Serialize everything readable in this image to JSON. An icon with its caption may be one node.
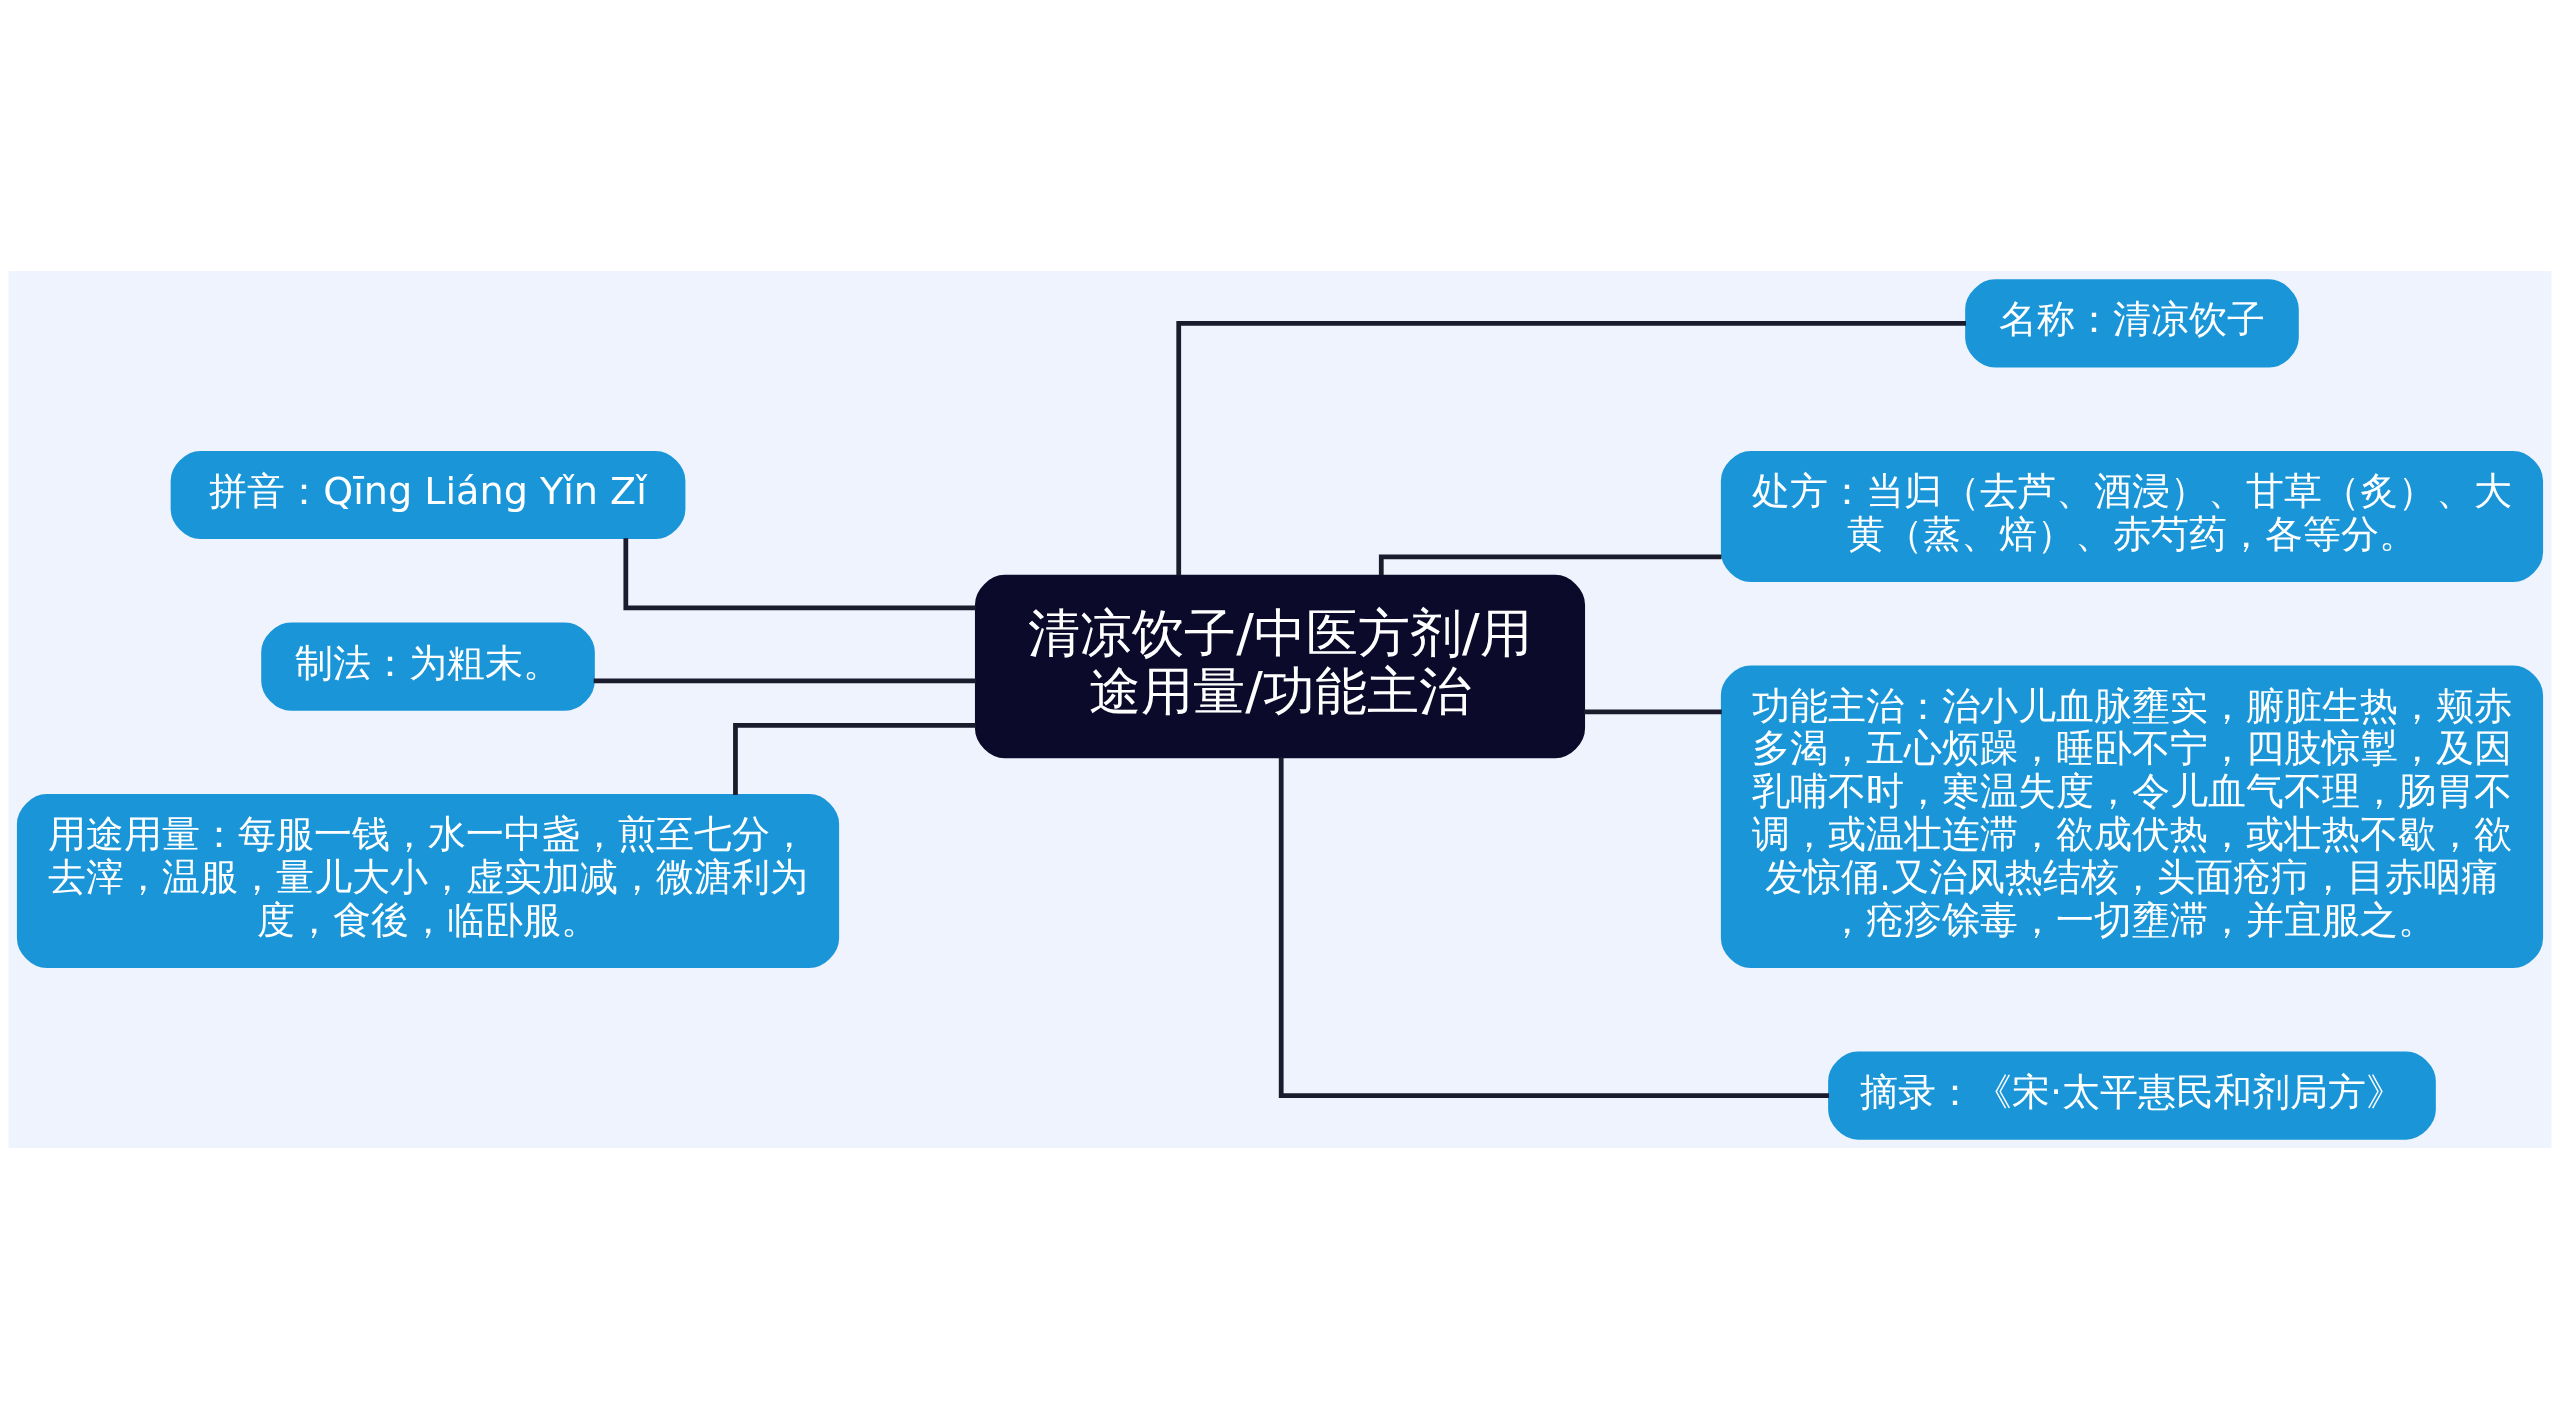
{
  "diagram": {
    "nodes": [
      {
        "text": [
          "清凉饮子/中医方剂/用途用量/功能主治"
        ]
      },
      {
        "text": [
          "拼音：Qīng Liáng Yǐn Zǐ"
        ]
      },
      {
        "text": [
          "制法：为粗末。"
        ]
      },
      {
        "text": [
          "用途用量：每服一钱，水一中盏，煎至七分，去滓，温服，量儿大小，虚实加减，微溏利为度，食後，临卧服。"
        ]
      },
      {
        "text": [
          "名称：清凉饮子"
        ]
      },
      {
        "text": [
          "处方：当归（去芦、酒浸）、甘草（炙）、大黄（蒸、焙）、赤芍药，各等分。"
        ]
      },
      {
        "text": [
          "功能主治：治小儿血脉壅实，腑脏生热，颊赤多渴，五心烦躁，睡卧不宁，四肢惊掣，及因乳哺不时，寒温失度，令儿血气不理，肠胃不调，或温壮连滞，欲成伏热，或壮热不歇，欲发惊俑.又治风热结核，头面疮疖，目赤咽痛，疮疹馀毒，一切壅滞，并宜服之。"
        ]
      },
      {
        "text": [
          "摘录：《宋·太平惠民和剂局方》"
        ]
      }
    ],
    "edges": [
      {
        "from": 0,
        "to": 1,
        "arrow": "none"
      },
      {
        "from": 0,
        "to": 2,
        "arrow": "none"
      },
      {
        "from": 0,
        "to": 3,
        "arrow": "none"
      },
      {
        "from": 0,
        "to": 4,
        "arrow": "none"
      },
      {
        "from": 0,
        "to": 5,
        "arrow": "none"
      },
      {
        "from": 0,
        "to": 6,
        "arrow": "none"
      },
      {
        "from": 0,
        "to": 7,
        "arrow": "none"
      }
    ]
  }
}
